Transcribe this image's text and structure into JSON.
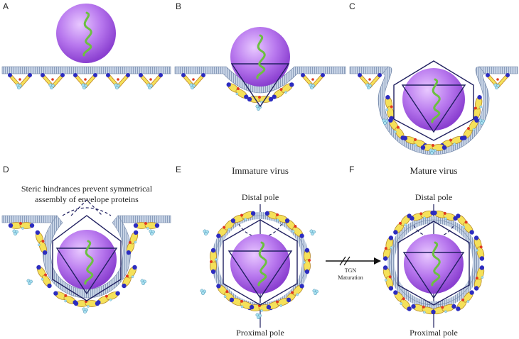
{
  "panels": {
    "a": {
      "letter": "A"
    },
    "b": {
      "letter": "B"
    },
    "c": {
      "letter": "C"
    },
    "d": {
      "letter": "D",
      "caption_line1": "Steric hindrances prevent symmetrical",
      "caption_line2": "assembly of envelope proteins"
    },
    "e": {
      "letter": "E",
      "title": "Immature virus",
      "top_label": "Distal pole",
      "bottom_label": "Proximal pole"
    },
    "f": {
      "letter": "F",
      "title": "Mature virus",
      "top_label": "Distal pole",
      "bottom_label": "Proximal pole"
    }
  },
  "transition": {
    "line1": "TGN",
    "line2": "Maturation"
  },
  "colors": {
    "capsid": "#b070e0",
    "rna": "#6cc040",
    "membrane": "#8ea4c4",
    "protein_body": "#f5e15a",
    "protein_outline": "#c08020",
    "protein_ball": "#3030c0",
    "protein_accent": "#e03a20",
    "glycan": "#a8e0f0",
    "edges": "#202060"
  }
}
